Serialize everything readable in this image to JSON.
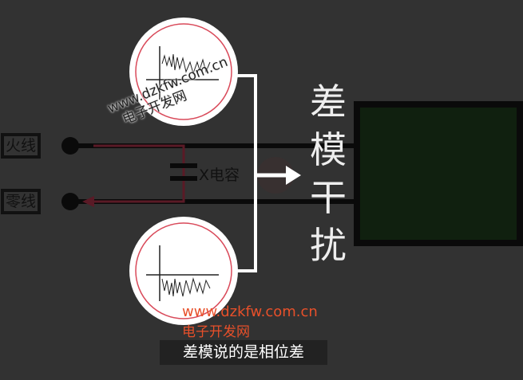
{
  "labels": {
    "live": "火线",
    "neutral": "零线",
    "capacitor": "X电容"
  },
  "title_vertical": [
    "差",
    "模",
    "干",
    "扰"
  ],
  "caption": "差模说的是相位差",
  "watermark": {
    "url": "www.dzkfw.com.cn",
    "name": "电子开发网"
  },
  "colors": {
    "background": "#323232",
    "signal_path": "#5a1a26",
    "circle_ring": "#d94a5a",
    "load_box": "#10200f",
    "watermark": "#e8502a"
  }
}
